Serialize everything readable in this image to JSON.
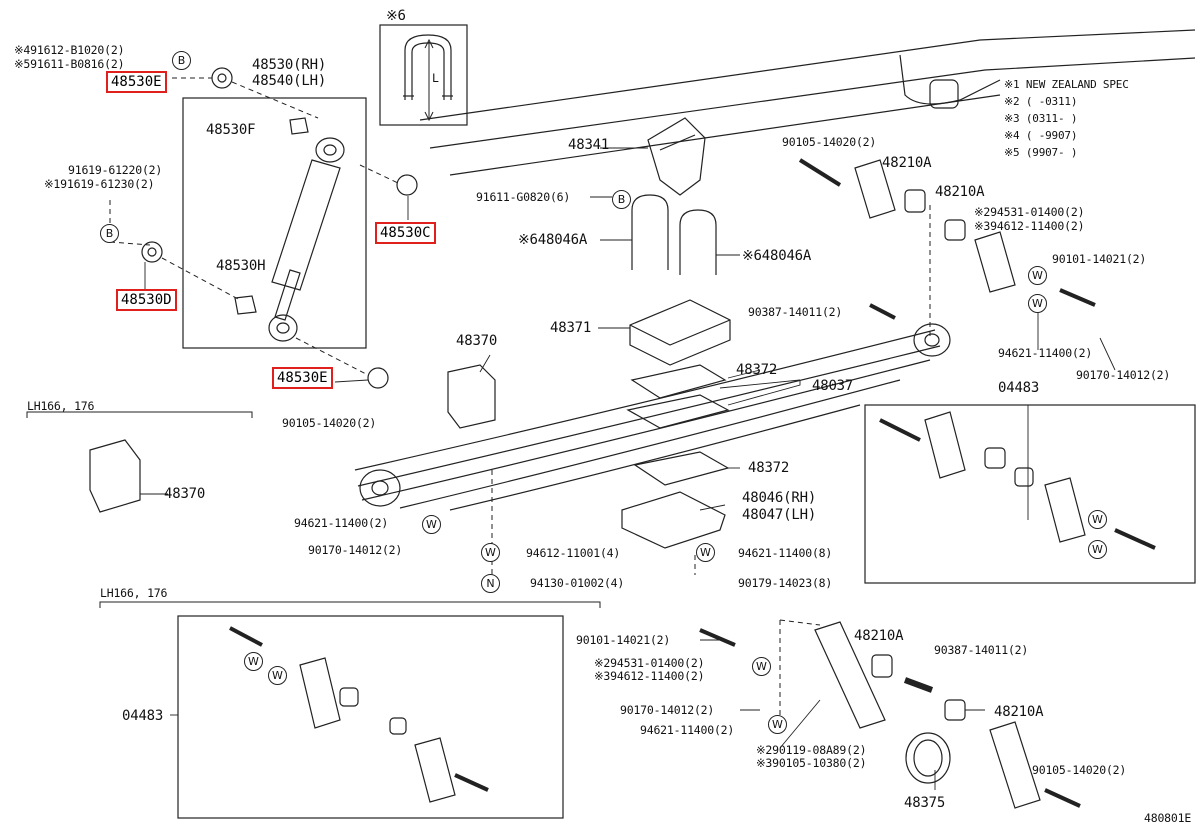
{
  "figure_code": "480801E",
  "notes": [
    "※1 NEW ZEALAND SPEC",
    "※2 (      -0311)",
    "※3 (0311-       )",
    "※4 (      -9907)",
    "※5 (9907-       )"
  ],
  "inset_title": "※6",
  "inset_dim": "L",
  "section_lh_small": "LH166, 176",
  "section_lh_big": "LH166, 176",
  "circle_b": "B",
  "circle_w": "W",
  "circle_n": "N",
  "highlighted": {
    "p48530e_top": "48530E",
    "p48530c": "48530C",
    "p48530d": "48530D",
    "p48530e_bottom": "48530E"
  },
  "labels": {
    "a491612": "※491612-B1020(2)",
    "a591611": "※591611-B0816(2)",
    "p48530_rh": "48530(RH)",
    "p48540_lh": "48540(LH)",
    "p48530f": "48530F",
    "a91619_61220": "91619-61220(2)",
    "a91619_61230": "※191619-61230(2)",
    "p48530h": "48530H",
    "p48341": "48341",
    "a91611_g0820": "91611-G0820(6)",
    "p48046a_left": "※648046A",
    "p48046a_right": "※648046A",
    "p48371": "48371",
    "p48370": "48370",
    "p48372_a": "48372",
    "p48037": "48037",
    "p48372_b": "48372",
    "p48046_rh": "48046(RH)",
    "p48047_lh": "48047(LH)",
    "a90105_14020_a": "90105-14020(2)",
    "p48210a_a": "48210A",
    "p48210a_b": "48210A",
    "a294531": "※294531-01400(2)",
    "a394612": "※394612-11400(2)",
    "a90101_14021_a": "90101-14021(2)",
    "a90387_a": "90387-14011(2)",
    "a94621_11400_a": "94621-11400(2)",
    "a90170_14012_a": "90170-14012(2)",
    "p04483_a": "04483",
    "a90105_14020_b": "90105-14020(2)",
    "p48370_b": "48370",
    "a94621_11400_b": "94621-11400(2)",
    "a90170_14012_b": "90170-14012(2)",
    "a94612_11001": "94612-11001(4)",
    "a94130_01002": "94130-01002(4)",
    "a94621_11400_c": "94621-11400(8)",
    "a90179_14023": "90179-14023(8)",
    "p04483_b": "04483",
    "a90101_14021_b": "90101-14021(2)",
    "a2_94531": "※294531-01400(2)",
    "a3_94612": "※394612-11400(2)",
    "a90170_14012_c": "90170-14012(2)",
    "a94621_11400_d": "94621-11400(2)",
    "a2_90119": "※290119-08A89(2)",
    "a3_90105": "※390105-10380(2)",
    "p48210a_c": "48210A",
    "a90387_b": "90387-14011(2)",
    "p48210a_d": "48210A",
    "p48375": "48375",
    "a90105_14020_c": "90105-14020(2)"
  }
}
